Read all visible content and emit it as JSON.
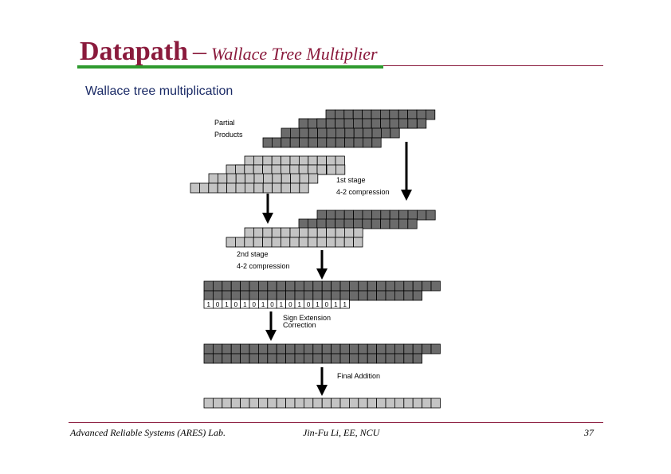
{
  "slide": {
    "title_main": "Datapath",
    "title_separator": "–",
    "title_sub": "Wallace Tree Multiplier",
    "subtitle": "Wallace tree multiplication"
  },
  "diagram": {
    "labels": {
      "partial_products_1": "Partial",
      "partial_products_2": "Products",
      "stage1_1": "1st stage",
      "stage1_2": "4-2 compression",
      "stage2_1": "2nd stage",
      "stage2_2": "4-2 compression",
      "sign_ext_1": "Sign Extension",
      "sign_ext_2": "Correction",
      "final": "Final Addition"
    },
    "correction_bits": [
      "1",
      "0",
      "1",
      "0",
      "1",
      "0",
      "1",
      "0",
      "1",
      "0",
      "1",
      "0",
      "1",
      "0",
      "1",
      "1"
    ],
    "colors": {
      "dark": "#6b6b6b",
      "light": "#c4c4c4"
    }
  },
  "footer": {
    "left": "Advanced Reliable Systems (ARES) Lab.",
    "center": "Jin-Fu Li, EE, NCU",
    "page": "37"
  }
}
